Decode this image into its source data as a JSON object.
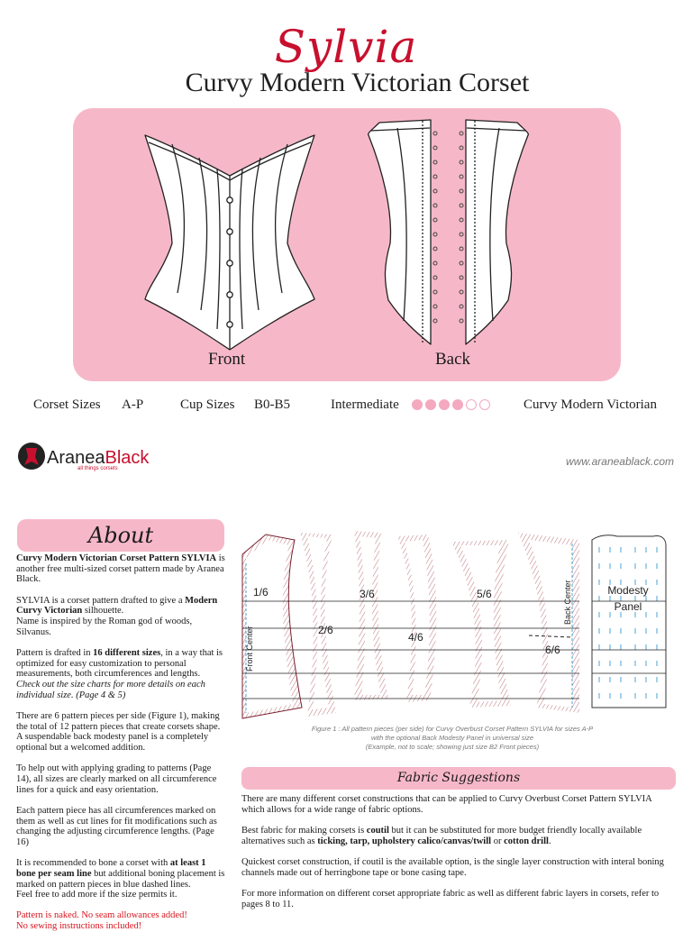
{
  "header": {
    "script_title": "Sylvia",
    "title": "Curvy Modern Victorian Corset"
  },
  "hero": {
    "front_label": "Front",
    "back_label": "Back"
  },
  "specs": {
    "corset_sizes_label": "Corset Sizes",
    "corset_sizes_value": "A-P",
    "cup_sizes_label": "Cup Sizes",
    "cup_sizes_value": "B0-B5",
    "difficulty_label": "Intermediate",
    "difficulty_level": 4,
    "difficulty_max": 6,
    "style": "Curvy Modern Victorian"
  },
  "brand": {
    "name_part1": "Aranea",
    "name_part2": "Black",
    "tagline": "all things corsets",
    "website": "www.araneablack.com"
  },
  "about": {
    "heading": "About",
    "p1_bold": "Curvy Modern Victorian Corset Pattern SYLVIA",
    "p1_rest": " is another free multi-sized corset pattern made by Aranea Black.",
    "p2_a": "SYLVIA is a corset pattern drafted to give a ",
    "p2_bold": "Modern Curvy Victorian",
    "p2_b": " silhouette.",
    "p2_c": "Name is inspired by the Roman god of woods, Silvanus.",
    "p3_a": "Pattern is drafted in ",
    "p3_bold": "16 different sizes",
    "p3_b": ", in a way that is optimized for easy customization to personal measurements, both circumferences and lengths.",
    "p3_italic": "Check out the size charts for more details on each individual size. (Page 4 & 5)",
    "p4_a": "There are 6 pattern pieces per side (Figure 1), making the total of 12 pattern pieces that create corsets shape.",
    "p4_b": "A suspendable back modesty panel is a completely optional but a welcomed addition.",
    "p5": "To help out with applying grading to patterns (Page 14), all sizes are clearly marked on all circumference lines for a quick and easy orientation.",
    "p6": "Each pattern piece has all circumferences marked on them as well as cut lines for fit modifications such as changing the adjusting circumference lengths. (Page 16)",
    "p7_a": "It is recommended to bone a corset with ",
    "p7_bold": "at least 1 bone per seam line",
    "p7_b": " but additional boning placement is marked on pattern pieces in blue dashed lines.",
    "p7_c": "Feel free to add more if the size permits it.",
    "warn1": "Pattern is naked. No seam allowances added!",
    "warn2": "No sewing instructions included!"
  },
  "figure": {
    "piece_labels": [
      "1/6",
      "2/6",
      "3/6",
      "4/6",
      "5/6",
      "6/6"
    ],
    "front_center": "Front Center",
    "back_center": "Back Center",
    "modesty_line1": "Modesty",
    "modesty_line2": "Panel",
    "caption_line1": "Figure 1 : All pattern pieces (per side) for Curvy Overbust Corset Pattern SYLVIA for sizes A-P",
    "caption_line2": "with the optional Back Modesty Panel in universal size",
    "caption_line3": "(Example, not to scale; showing just size B2 Front pieces)"
  },
  "fabric": {
    "heading": "Fabric Suggestions",
    "p1": "There are many different corset constructions that can be applied to Curvy Overbust Corset Pattern SYLVIA which allows for a wide range of fabric options.",
    "p2_a": "Best fabric for making corsets is ",
    "p2_bold1": "coutil",
    "p2_b": " but it can be substituted for more budget friendly locally available alternatives such as ",
    "p2_bold2": "ticking, tarp, upholstery calico/canvas/twill",
    "p2_c": " or ",
    "p2_bold3": "cotton drill",
    "p2_d": ".",
    "p3": "Quickest corset construction, if coutil is the available option, is the single layer construction with interal boning channels made out of herringbone tape or bone casing tape.",
    "p4": "For more information on different corset appropriate fabric as well as different fabric layers in corsets, refer to pages 8 to 11."
  },
  "colors": {
    "pink": "#f6b8c8",
    "red": "#c8102e",
    "dot": "#f4a9bf",
    "pattern_red": "#9a2f3a",
    "pattern_blue": "#4aa3d8"
  }
}
